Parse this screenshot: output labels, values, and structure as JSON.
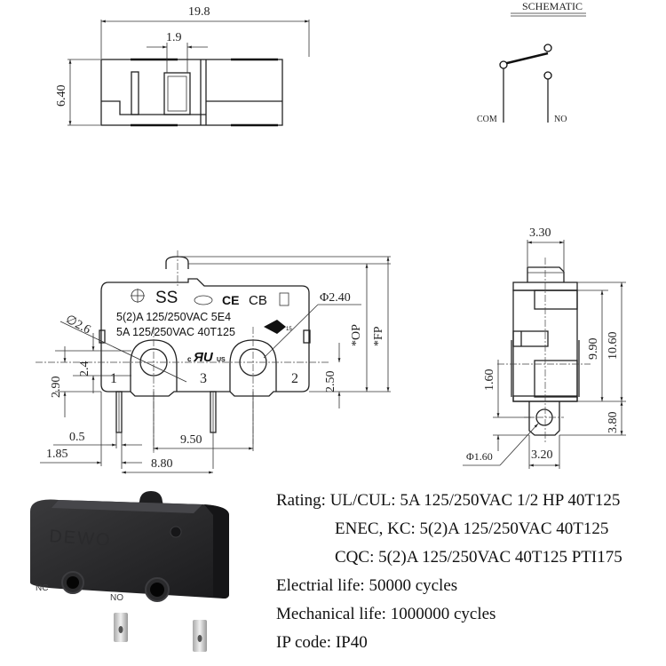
{
  "top_view": {
    "dim_length": "19.8",
    "dim_slot": "1.9",
    "dim_height": "6.40"
  },
  "schematic": {
    "title": "SCHEMATIC",
    "com_label": "COM",
    "no_label": "NO"
  },
  "side_view": {
    "body_marking_brand": "SS",
    "body_marking_line1": "5(2)A 125/250VAC 5E4",
    "body_marking_line2": "5A 125/250VAC 40T125",
    "cert_ce": "CE",
    "cert_cb": "CB",
    "cert_cqc": "CQC",
    "cert_enec_number": "15",
    "cert_ul_c": "c",
    "cert_ul_us": "US",
    "terminal_1": "1",
    "terminal_2": "2",
    "terminal_3": "3",
    "dim_hole_left": "∅2.6",
    "dim_hole_right": "Φ2.40",
    "dim_op": "*OP",
    "dim_fp": "*FP",
    "dim_2_4": "2.4",
    "dim_2_90": "2.90",
    "dim_2_50": "2.50",
    "dim_0_5": "0.5",
    "dim_1_85": "1.85",
    "dim_9_50": "9.50",
    "dim_8_80": "8.80"
  },
  "end_view": {
    "dim_3_30": "3.30",
    "dim_9_90": "9.90",
    "dim_10_60": "10.60",
    "dim_1_60": "1.60",
    "dim_3_80": "3.80",
    "dim_hole": "Φ1.60",
    "dim_3_20": "3.20"
  },
  "photo": {
    "brand_embossed": "DEWO",
    "label_nc": "NC",
    "label_no": "NO"
  },
  "specs": {
    "rating_label": "Rating:",
    "rating_ul": "UL/CUL: 5A 125/250VAC 1/2 HP 40T125",
    "rating_enec": "ENEC, KC: 5(2)A 125/250VAC 40T125",
    "rating_cqc": "CQC: 5(2)A 125/250VAC 40T125 PTI175",
    "electrical_life": "Electrial life: 50000 cycles",
    "mechanical_life": "Mechanical life: 1000000 cycles",
    "ip_code": "IP code: IP40"
  }
}
